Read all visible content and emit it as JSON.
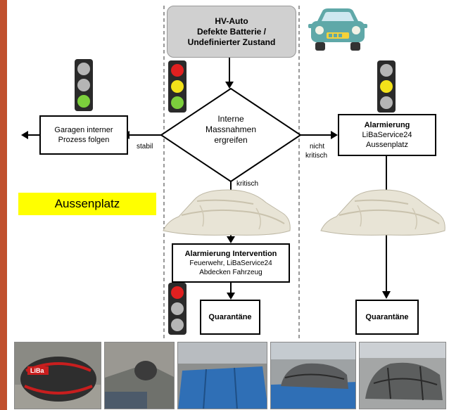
{
  "top_box": {
    "line1": "HV-Auto",
    "line2": "Defekte Batterie /",
    "line3": "Undefinierter Zustand"
  },
  "decision": {
    "line1": "Interne",
    "line2": "Massnahmen",
    "line3": "ergreifen"
  },
  "left_box": {
    "line1": "Garagen interner",
    "line2": "Prozess folgen"
  },
  "right_box": {
    "line1": "Alarmierung",
    "line2": "LiBaService24",
    "line3": "Aussenplatz"
  },
  "labels": {
    "stabil": "stabil",
    "nicht": "nicht",
    "kritisch_right": "kritisch",
    "kritisch_down": "kritisch"
  },
  "aussenplatz": "Aussenplatz",
  "intervention_box": {
    "line1": "Alarmierung Intervention",
    "line2": "Feuerwehr, LiBaService24",
    "line3": "Abdecken Fahrzeug"
  },
  "quarantine_center": "Quarantäne",
  "quarantine_right": "Quarantäne",
  "photo_logo": "LiBa",
  "colors": {
    "yellow_highlight": "#ffff00",
    "frame": "#c0502e",
    "grey_box": "#d0d0d0",
    "car": "#5fa8a8"
  }
}
